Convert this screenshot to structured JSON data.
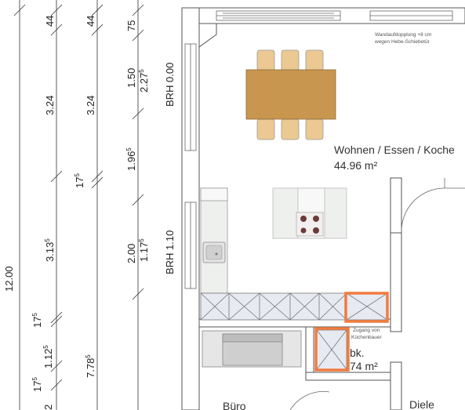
{
  "dimensions": {
    "col1": {
      "total": "12.00"
    },
    "col2": {
      "d1": "44",
      "d2": "3.24",
      "d3": "3.13",
      "d3_sup": "5",
      "d4": "17",
      "d4_sup": "5",
      "d5": "1.12",
      "d5_sup": "5",
      "d6": "17",
      "d6_sup": "5",
      "d7": "2"
    },
    "col3": {
      "d1": "44",
      "d2": "3.24",
      "d3": "17",
      "d3_sup": "5",
      "d4": "7.78",
      "d4_sup": "5"
    },
    "col4": {
      "d1": "75",
      "d2": "1.50",
      "d3": "2.27",
      "d3_sup": "5",
      "d4": "1.96",
      "d4_sup": "5",
      "d5": "2.00",
      "d6": "1.17",
      "d6_sup": "5"
    }
  },
  "window_labels": {
    "upper": "BRH 0.00",
    "lower": "BRH 1.10"
  },
  "rooms": {
    "wohnen": {
      "name": "Wohnen / Essen / Koche",
      "area": "44.96 m²"
    },
    "buero": {
      "name": "Büro"
    },
    "diele": {
      "name": "Diele"
    },
    "abstell": {
      "name_partial": "bk.",
      "area_partial": "74 m²"
    }
  },
  "notes": {
    "wall": [
      "Wandaufdopplung +8 cm",
      "wegen Hebe-Schiebetür"
    ],
    "kitchen_access": [
      "Zugang von",
      "Küchenbauer"
    ]
  },
  "colors": {
    "highlight": "#f07b3f",
    "table": "#c8964f",
    "chair": "#ecc992",
    "wall": "#ffffff",
    "line": "#555555"
  }
}
